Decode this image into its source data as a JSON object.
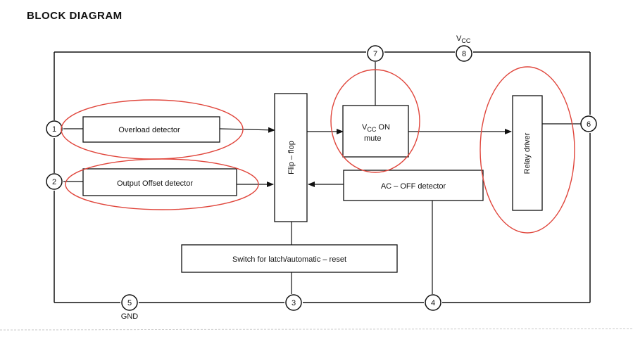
{
  "title": "BLOCK DIAGRAM",
  "blocks": {
    "overload": "Overload detector",
    "offset": "Output Offset detector",
    "flipflop": "Flip – flop",
    "vcc_on_mute_line1": "V",
    "vcc_on_mute_sub": "CC",
    "vcc_on_mute_line1b": " ON",
    "vcc_on_mute_line2": "mute",
    "acoff": "AC – OFF detector",
    "relay": "Relay driver",
    "switch": "Switch for latch/automatic – reset"
  },
  "pins": [
    "1",
    "2",
    "3",
    "4",
    "5",
    "6",
    "7",
    "8"
  ],
  "labels": {
    "vcc": "V",
    "vcc_sub": "CC",
    "gnd": "GND"
  },
  "highlight_color": "#e0463c",
  "line_color": "#111111"
}
